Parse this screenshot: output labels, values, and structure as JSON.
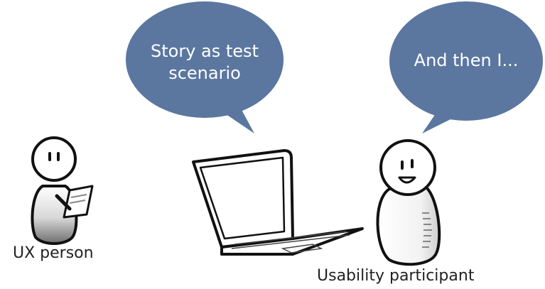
{
  "colors": {
    "bubble_fill": "#5b77a0",
    "bubble_text": "#ffffff",
    "outline": "#111111",
    "caption_text": "#222222"
  },
  "bubbles": {
    "left": {
      "line1": "Story as test",
      "line2": "scenario"
    },
    "right": {
      "text": "And then I..."
    }
  },
  "labels": {
    "ux_person": "UX person",
    "participant": "Usability participant"
  },
  "icons": {
    "ux_person": "person-with-clipboard-icon",
    "participant": "smiling-person-icon",
    "laptop": "laptop-icon"
  }
}
